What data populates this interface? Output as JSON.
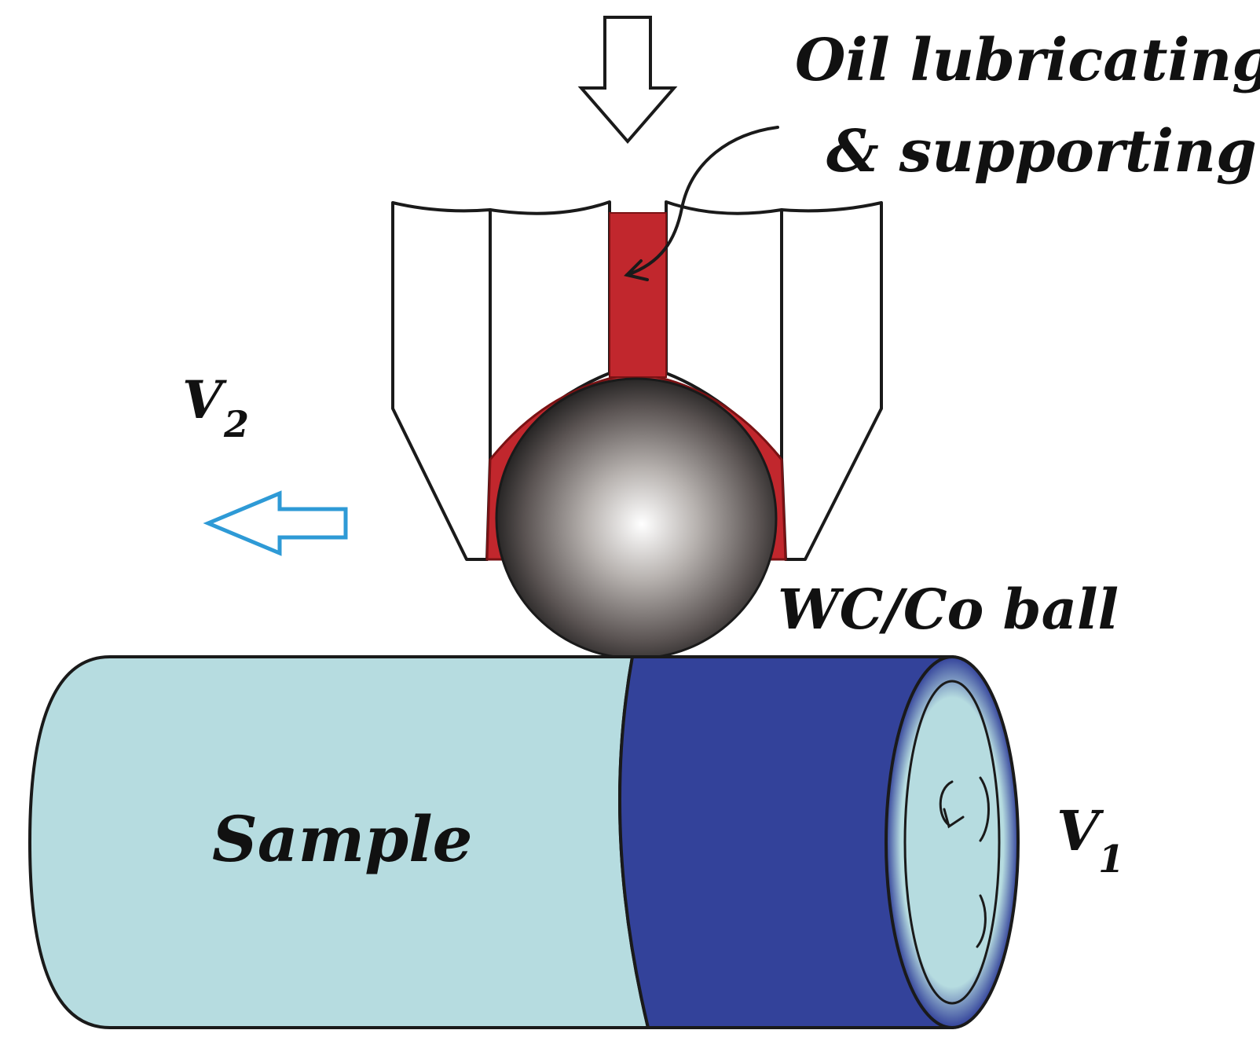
{
  "labels": {
    "oil_line1": "Oil lubricating",
    "oil_line2": "& supporting",
    "v2_main": "V",
    "v2_sub": "2",
    "ball": "WC/Co ball",
    "sample": "Sample",
    "v1_main": "V",
    "v1_sub": "1"
  },
  "colors": {
    "oil": "#c1272d",
    "oil_dark": "#7a1214",
    "sample_light": "#b6dce0",
    "sample_treated": "#33429a",
    "outline": "#1a1a1a",
    "velocity_arrow": "#2e9ad6",
    "load_arrow_fill": "#ffffff",
    "ball_highlight": "#ffffff",
    "ball_shadow": "#151515"
  },
  "icons": {
    "load": "down-arrow-icon",
    "feed": "left-arrow-icon",
    "rotation": "rotation-arrow-icon",
    "pointer": "curved-pointer-arrow-icon"
  }
}
